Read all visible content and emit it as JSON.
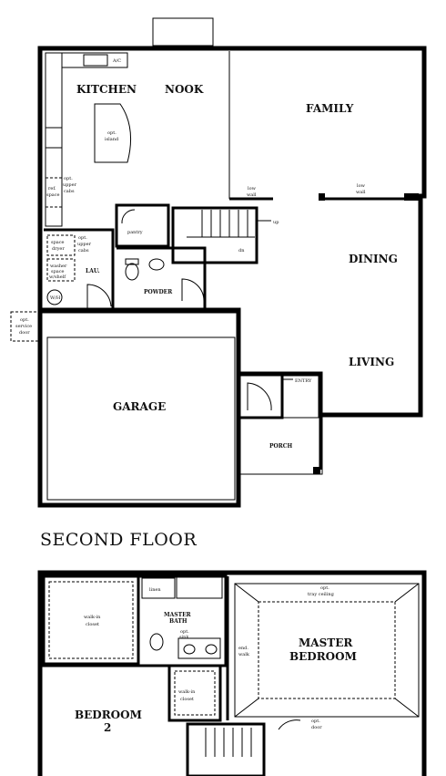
{
  "first_floor": {
    "rooms": {
      "kitchen": "KITCHEN",
      "nook": "NOOK",
      "family": "FAMILY",
      "dining": "DINING",
      "living": "LIVING",
      "garage": "GARAGE",
      "lau": "LAU.",
      "powder": "POWDER",
      "pantry": "pantry",
      "entry": "ENTRY",
      "porch": "PORCH"
    },
    "notes": {
      "af": "A/C",
      "opt_island_1": "opt.",
      "opt_island_2": "island",
      "opt_upper_cabs_1": "opt.",
      "opt_upper_cabs_2": "upper",
      "opt_upper_cabs_3": "cabs",
      "ref_space_1": "ref.",
      "ref_space_2": "space",
      "opt_upper_cabs_b_1": "opt.",
      "opt_upper_cabs_b_2": "upper",
      "opt_upper_cabs_b_3": "cabs",
      "dryer_1": "space",
      "dryer_2": "dryer",
      "washer_1": "washer",
      "washer_2": "space",
      "washer_3": "w/shelf",
      "low_wall_a_1": "low",
      "low_wall_a_2": "wall",
      "low_wall_b_1": "low",
      "low_wall_b_2": "wall",
      "up": "up",
      "dn": "dn",
      "wh": "W/H",
      "opt_service_door_1": "opt.",
      "opt_service_door_2": "service",
      "opt_service_door_3": "door"
    }
  },
  "second_floor": {
    "title": "SECOND FLOOR",
    "rooms": {
      "master_bedroom_1": "MASTER",
      "master_bedroom_2": "BEDROOM",
      "master_bath_1": "MASTER",
      "master_bath_2": "BATH",
      "bedroom2_1": "BEDROOM",
      "bedroom2_2": "2"
    },
    "notes": {
      "walk_in_closet_a_1": "walk-in",
      "walk_in_closet_a_2": "closet",
      "walk_in_closet_b_1": "walk-in",
      "walk_in_closet_b_2": "closet",
      "linen": "linen",
      "opt_tray_ceiling_1": "opt.",
      "opt_tray_ceiling_2": "tray ceiling",
      "opt_sink_1": "opt.",
      "opt_sink_2": "sink",
      "opt_door_1": "opt.",
      "opt_door_2": "door",
      "end_walk_1": "end.",
      "end_walk_2": "walk"
    }
  }
}
